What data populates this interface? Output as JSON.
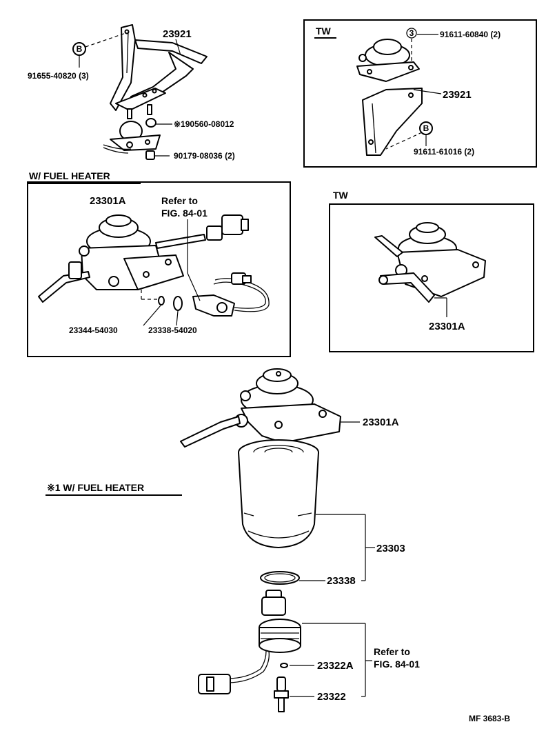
{
  "labels": {
    "p23921_top": "23921",
    "p91655": "91655-40820 (3)",
    "p190560": "※190560-08012",
    "p90179": "90179-08036 (2)",
    "tw1_title": "TW",
    "p91611_60840": "91611-60840 (2)",
    "p23921_tw": "23921",
    "p91611_61016": "91611-61016 (2)",
    "heater_title": "W/ FUEL  HEATER",
    "p23301a_heater": "23301A",
    "refer_heater_1": "Refer to",
    "refer_heater_2": "FIG. 84-01",
    "p23344": "23344-54030",
    "p23338_54020": "23338-54020",
    "tw2_title": "TW",
    "p23301a_tw": "23301A",
    "p23301a_main": "23301A",
    "note_heater": "※1 W/ FUEL  HEATER",
    "p23303": "23303",
    "p23338": "23338",
    "p23322a": "23322A",
    "p23322": "23322",
    "refer_bottom_1": "Refer to",
    "refer_bottom_2": "FIG. 84-01",
    "fig_code": "MF   3683-B"
  },
  "symbols": {
    "b_circle": "B",
    "three": "3"
  }
}
